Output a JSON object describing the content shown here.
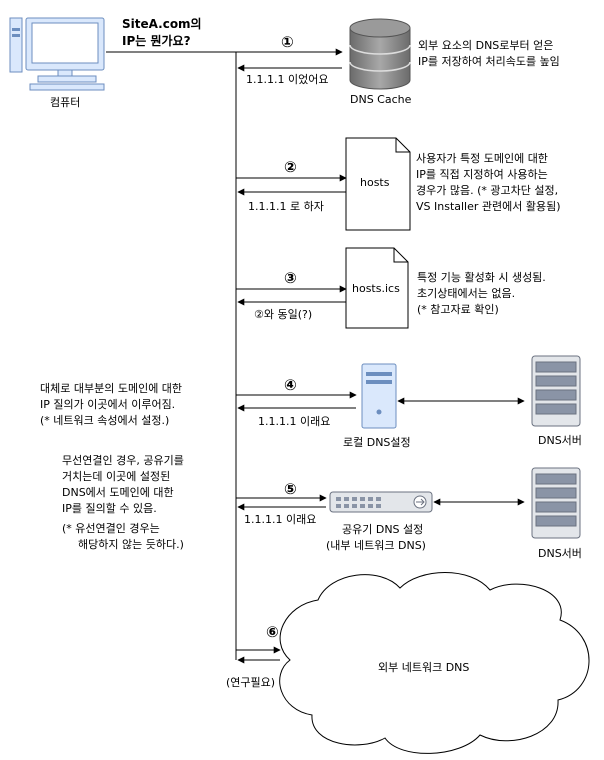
{
  "computer": {
    "label": "컴퓨터",
    "question_line1": "SiteA.com의",
    "question_line2": "IP는 뭔가요?"
  },
  "steps": [
    {
      "number": "①",
      "target": "DNS Cache",
      "reply": "1.1.1.1 이었어요",
      "notes": [
        "외부 요소의 DNS로부터 얻은",
        "IP를 저장하여 처리속도를 높임"
      ]
    },
    {
      "number": "②",
      "target": "hosts",
      "reply": "1.1.1.1 로 하자",
      "notes": [
        "사용자가 특정 도메인에 대한",
        "IP를 직접 지정하여 사용하는",
        "경우가 많음. (* 광고차단 설정,",
        "VS Installer 관련에서 활용됨)"
      ]
    },
    {
      "number": "③",
      "target": "hosts.ics",
      "reply": "②와 동일(?)",
      "notes": [
        "특정 기능 활성화 시 생성됨.",
        "초기상태에서는 없음.",
        "(* 참고자료 확인)"
      ]
    },
    {
      "number": "④",
      "target": "로컬 DNS설정",
      "reply": "1.1.1.1 이래요",
      "server": "DNS서버",
      "left_notes": [
        "대체로 대부분의 도메인에 대한",
        "IP 질의가 이곳에서 이루어짐.",
        "(* 네트워크 속성에서 설정.)"
      ]
    },
    {
      "number": "⑤",
      "target_line1": "공유기 DNS 설정",
      "target_line2": "(내부 네트워크 DNS)",
      "reply": "1.1.1.1 이래요",
      "server": "DNS서버",
      "left_notes": [
        "무선연결인 경우, 공유기를",
        "거치는데 이곳에 설정된",
        "DNS에서 도메인에 대한",
        "IP를 질의할 수 있음.",
        "(* 유선연결인 경우는",
        "해당하지 않는 듯하다.)"
      ]
    },
    {
      "number": "⑥",
      "target": "외부 네트워크 DNS",
      "reply": "(연구필요)"
    }
  ],
  "colors": {
    "device_fill": "#dae8fc",
    "device_stroke": "#6c8ebf",
    "server_fill": "#e3e6ea",
    "server_stroke": "#6b7280",
    "line": "#000000"
  }
}
